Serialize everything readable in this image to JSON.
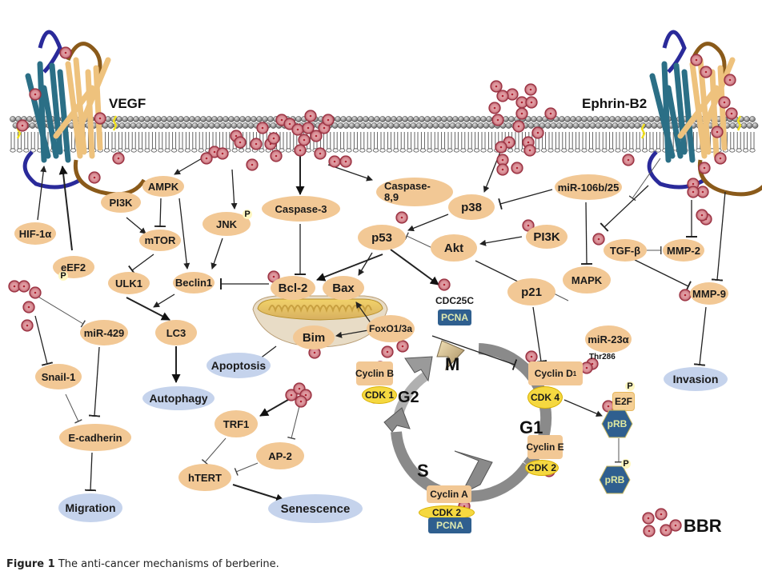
{
  "figure": {
    "caption_label": "Figure 1",
    "caption_text": "The anti-cancer mechanisms of berberine."
  },
  "receptors": {
    "left": "VEGF",
    "right": "Ephrin-B2"
  },
  "legend": {
    "bbr_label": "BBR"
  },
  "phospho_label": "P",
  "colors": {
    "node_fill": "#f2c895",
    "outcome_fill": "#c5d3ec",
    "cdk_fill": "#f5d840",
    "pcna_fill": "#2f5f8f",
    "bbr_fill": "#c86a74",
    "membrane_head": "#9a9a9a",
    "cycle_arrow": "#8c8c8c"
  },
  "nodes": {
    "hif1a": "HIF-1α",
    "eef2": "eEF2",
    "pi3k_left": "PI3K",
    "ampk": "AMPK",
    "mtor": "mTOR",
    "jnk": "JNK",
    "ulk1": "ULK1",
    "beclin1": "Beclin1",
    "lc3": "LC3",
    "mir429": "miR-429",
    "snail1": "Snail-1",
    "ecadherin": "E-cadherin",
    "caspase3": "Caspase-3",
    "caspase89_line1": "Caspase-",
    "caspase89_line2": "8,9",
    "p53": "p53",
    "p38": "p38",
    "akt": "Akt",
    "pi3k_right": "PI3K",
    "bcl2": "Bcl-2",
    "bax": "Bax",
    "bim": "Bim",
    "foxo": "FoxO1/3a",
    "cdc25c": "CDC25C",
    "pcna_top": "PCNA",
    "mir106b": "miR-106b/25",
    "mapk": "MAPK",
    "p21": "p21",
    "mir23a": "miR-23α",
    "tgfb": "TGF-β",
    "mmp2": "MMP-2",
    "mmp9": "MMP-9",
    "trf1": "TRF1",
    "ap2": "AP-2",
    "htert": "hTERT",
    "cyclin_b": "Cyclin B",
    "cdk1": "CDK 1",
    "cyclin_d1": "Cyclin D",
    "cyclin_d1_sub": "1",
    "thr286": "Thr286",
    "cdk4": "CDK 4",
    "cyclin_e": "Cyclin E",
    "cdk2_e": "CDK 2",
    "cyclin_a": "Cyclin A",
    "cdk2_a": "CDK 2",
    "pcna_bottom": "PCNA",
    "e2f": "E2F",
    "prb1": "pRB",
    "prb2": "pRB"
  },
  "outcomes": {
    "apoptosis": "Apoptosis",
    "autophagy": "Autophagy",
    "migration": "Migration",
    "senescence": "Senescence",
    "invasion": "Invasion"
  },
  "cell_cycle": {
    "phases": [
      "M",
      "G1",
      "S",
      "G2"
    ]
  }
}
